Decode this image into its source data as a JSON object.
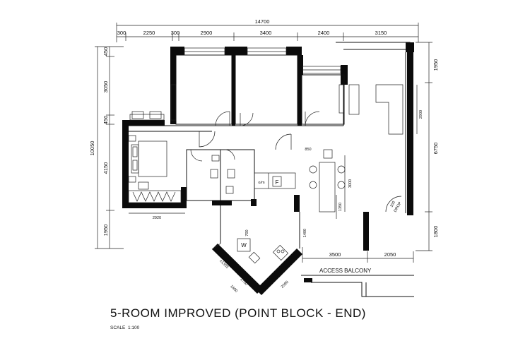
{
  "title": "5-ROOM IMPROVED (POINT BLOCK - END)",
  "scale": {
    "label": "SCALE",
    "value": "1:100"
  },
  "dimensions_top": {
    "overall": "14700",
    "segments": [
      "300",
      "2250",
      "300",
      "2900",
      "3400",
      "2400",
      "3150"
    ]
  },
  "dimensions_left": {
    "overall": "10050",
    "segments": [
      "450",
      "3050",
      "450",
      "4150",
      "1950"
    ]
  },
  "dimensions_right": [
    "1950",
    "6750",
    "1800"
  ],
  "dimensions_bottom": [
    "3500",
    "2050"
  ],
  "interior_dimensions": {
    "bedroom_width": "2920",
    "wall_height_850": "850",
    "dining_3000": "3000",
    "dining_1350": "1350",
    "living_2900": "2900",
    "kitchen_1400": "1400",
    "kitchen_700": "700",
    "service_1305": "±1305",
    "service_1700": "1700",
    "service_1600": "1600",
    "service_2783": "±2783",
    "service_2590": "2590"
  },
  "labels": {
    "fridge": "F",
    "oven_microwave": "o/m",
    "washer": "W",
    "access_balcony": "ACCESS BALCONY",
    "drop_label": "DROP",
    "drop_num": "100"
  }
}
